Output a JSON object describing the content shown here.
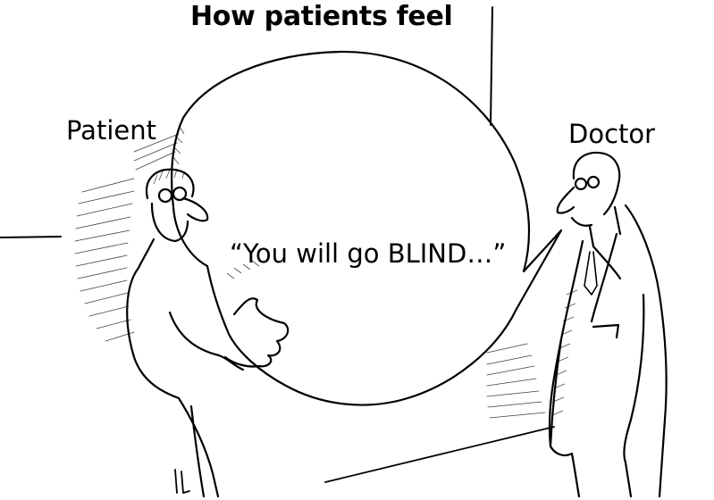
{
  "title": "How patients feel",
  "labels": {
    "patient": "Patient",
    "doctor": "Doctor"
  },
  "speech_bubble": "“You will go BLIND…”"
}
